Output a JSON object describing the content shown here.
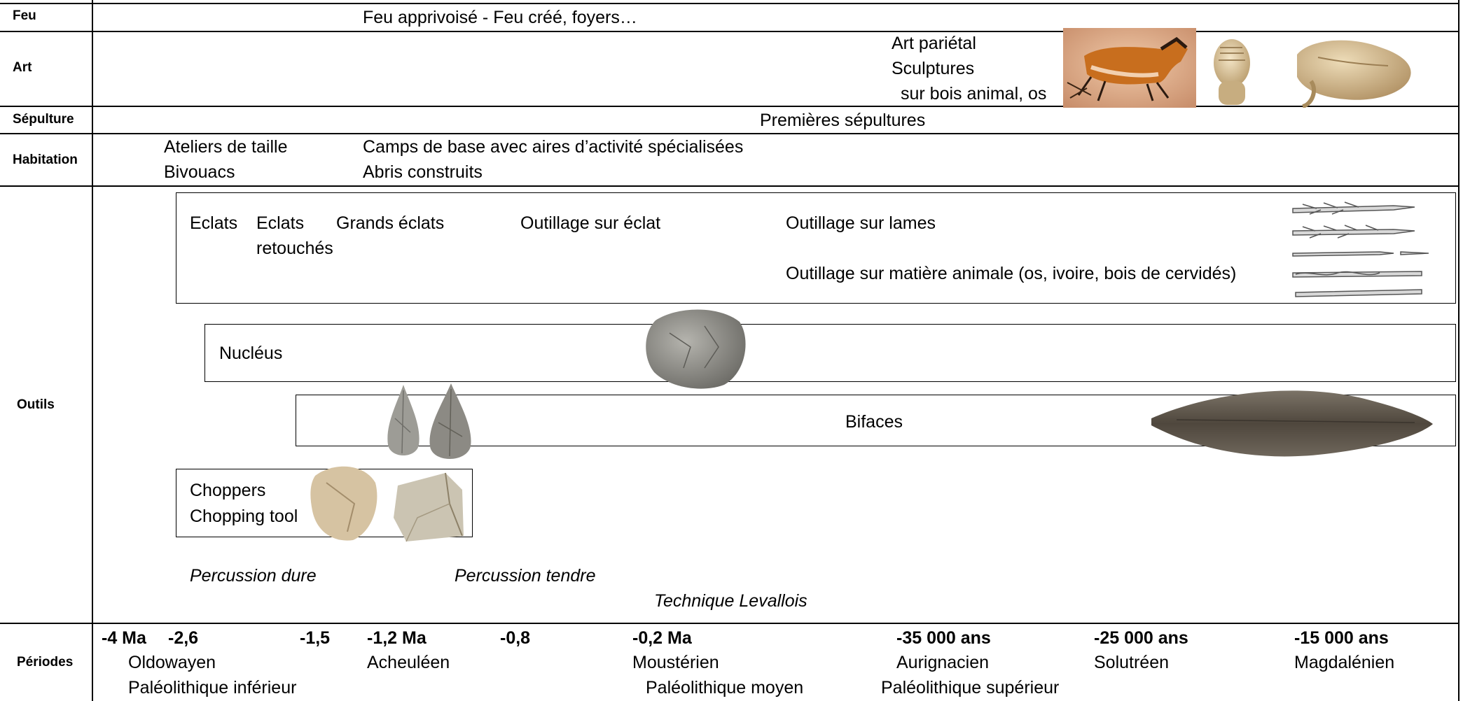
{
  "rows": {
    "feu": "Feu",
    "art": "Art",
    "sepulture": "Sépulture",
    "habitation": "Habitation",
    "outils": "Outils",
    "periodes": "Périodes"
  },
  "feu": {
    "text": "Feu apprivoisé  - Feu créé, foyers…"
  },
  "art": {
    "line1": "Art pariétal",
    "line2": "Sculptures",
    "line3": "sur bois animal, os"
  },
  "sepulture": {
    "text": "Premières sépultures"
  },
  "habitation": {
    "ateliers": "Ateliers de taille",
    "bivouacs": "Bivouacs",
    "camps": "Camps de base avec aires d’activité spécialisées",
    "abris": "Abris construits"
  },
  "outils": {
    "eclats": "Eclats",
    "eclats_retouches_1": "Eclats",
    "eclats_retouches_2": "retouchés",
    "grands_eclats": "Grands éclats",
    "outillage_eclat": "Outillage sur éclat",
    "outillage_lames": "Outillage sur lames",
    "outillage_animale": "Outillage sur matière animale (os, ivoire, bois de cervidés)",
    "nucleus": "Nucléus",
    "bifaces": "Bifaces",
    "choppers": "Choppers",
    "chopping_tool": "Chopping tool",
    "percussion_dure": "Percussion dure",
    "percussion_tendre": "Percussion tendre",
    "technique_levallois": "Technique Levallois"
  },
  "periodes": {
    "dates": [
      "-4 Ma",
      "-2,6",
      "-1,5",
      "-1,2 Ma",
      "-0,8",
      "-0,2 Ma",
      "-35 000 ans",
      "-25 000 ans",
      "-15 000 ans"
    ],
    "cultures": [
      "Oldowayen",
      "Acheuléen",
      "Moustérien",
      "Aurignacien",
      "Solutréen",
      "Magdalénien"
    ],
    "ages": [
      "Paléolithique inférieur",
      "Paléolithique moyen",
      "Paléolithique supérieur"
    ]
  },
  "colors": {
    "grid": "#000000",
    "cave_bg": "#d8a47a",
    "horse": "#c8701e",
    "stone_grey": "#8a8a86",
    "flint_dark": "#5b5348",
    "chopper_tan": "#c9b89a"
  }
}
